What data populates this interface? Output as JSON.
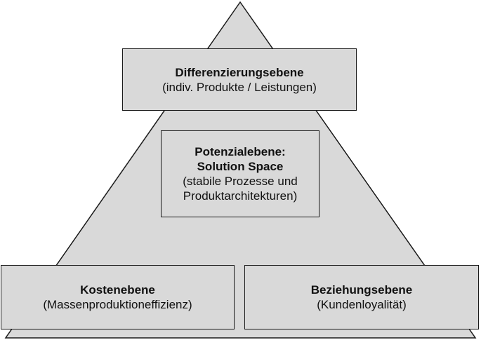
{
  "diagram": {
    "colors": {
      "pyramid_fill": "#d9d9d9",
      "box_fill": "#d9d9d9",
      "stroke": "#1a1a1a",
      "text": "#111111"
    },
    "differentiation": {
      "title": "Differenzierungsebene",
      "subtitle": "(indiv. Produkte / Leistungen)"
    },
    "potential": {
      "title_line1": "Potenzialebene:",
      "title_line2": "Solution Space",
      "subtitle_line1": "(stabile Prozesse und",
      "subtitle_line2": "Produktarchitekturen)"
    },
    "cost": {
      "title": "Kostenebene",
      "subtitle": "(Massenproduktioneffizienz)"
    },
    "relationship": {
      "title": "Beziehungsebene",
      "subtitle": "(Kundenloyalität)"
    }
  }
}
